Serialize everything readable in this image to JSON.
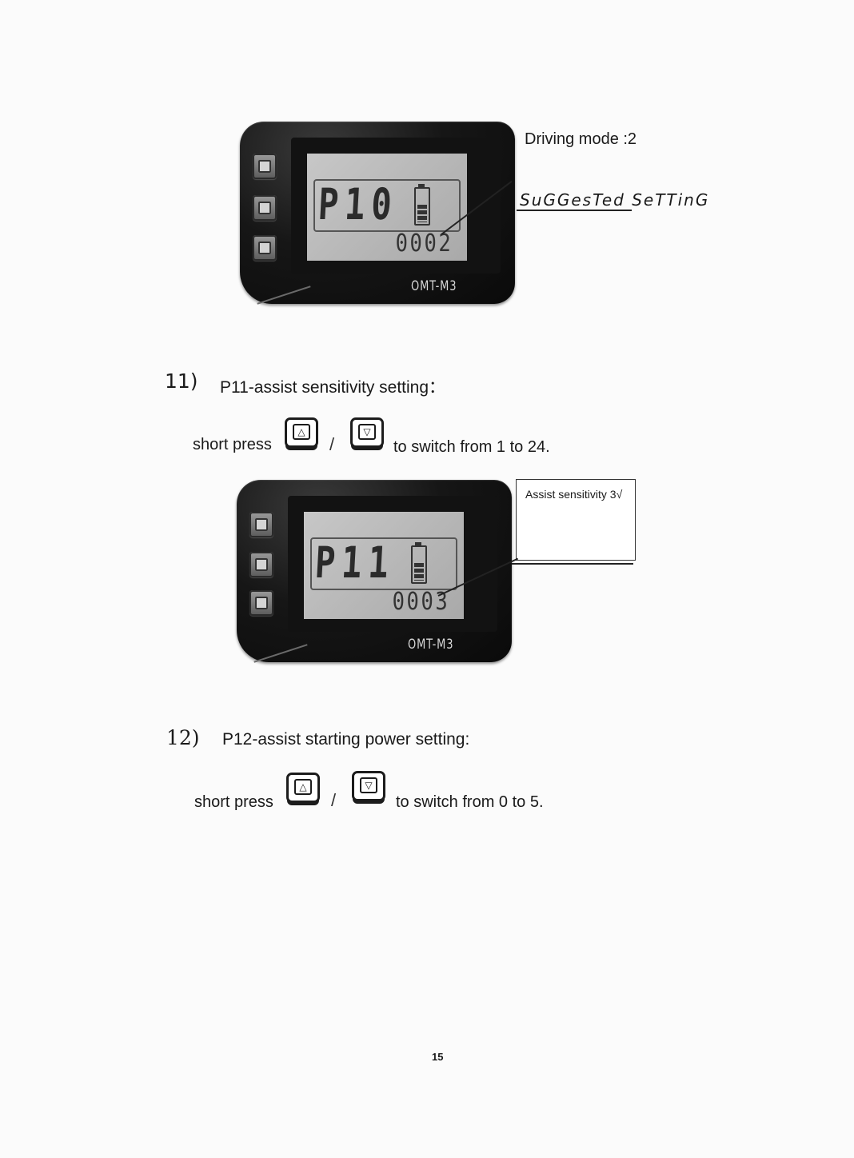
{
  "figure1": {
    "model": "OMT-M3",
    "code": "P10",
    "value": "0002",
    "annotation": "Driving mode :2",
    "handwritten": "SuGGesTed SeTTinG"
  },
  "section11": {
    "number": "11)",
    "title": "P11-assist sensitivity setting：",
    "short_press": "short press",
    "slash": "/",
    "instruction": "to switch from 1 to 24."
  },
  "figure2": {
    "model": "OMT-M3",
    "code": "P11",
    "value": "0003",
    "annotation": "Assist sensitivity 3√"
  },
  "section12": {
    "number": "12)",
    "title": "P12-assist starting power setting:",
    "short_press": "short press",
    "slash": "/",
    "instruction": "to switch from 0 to 5."
  },
  "icons": {
    "up": "△",
    "down": "▽"
  },
  "page_number": "15"
}
